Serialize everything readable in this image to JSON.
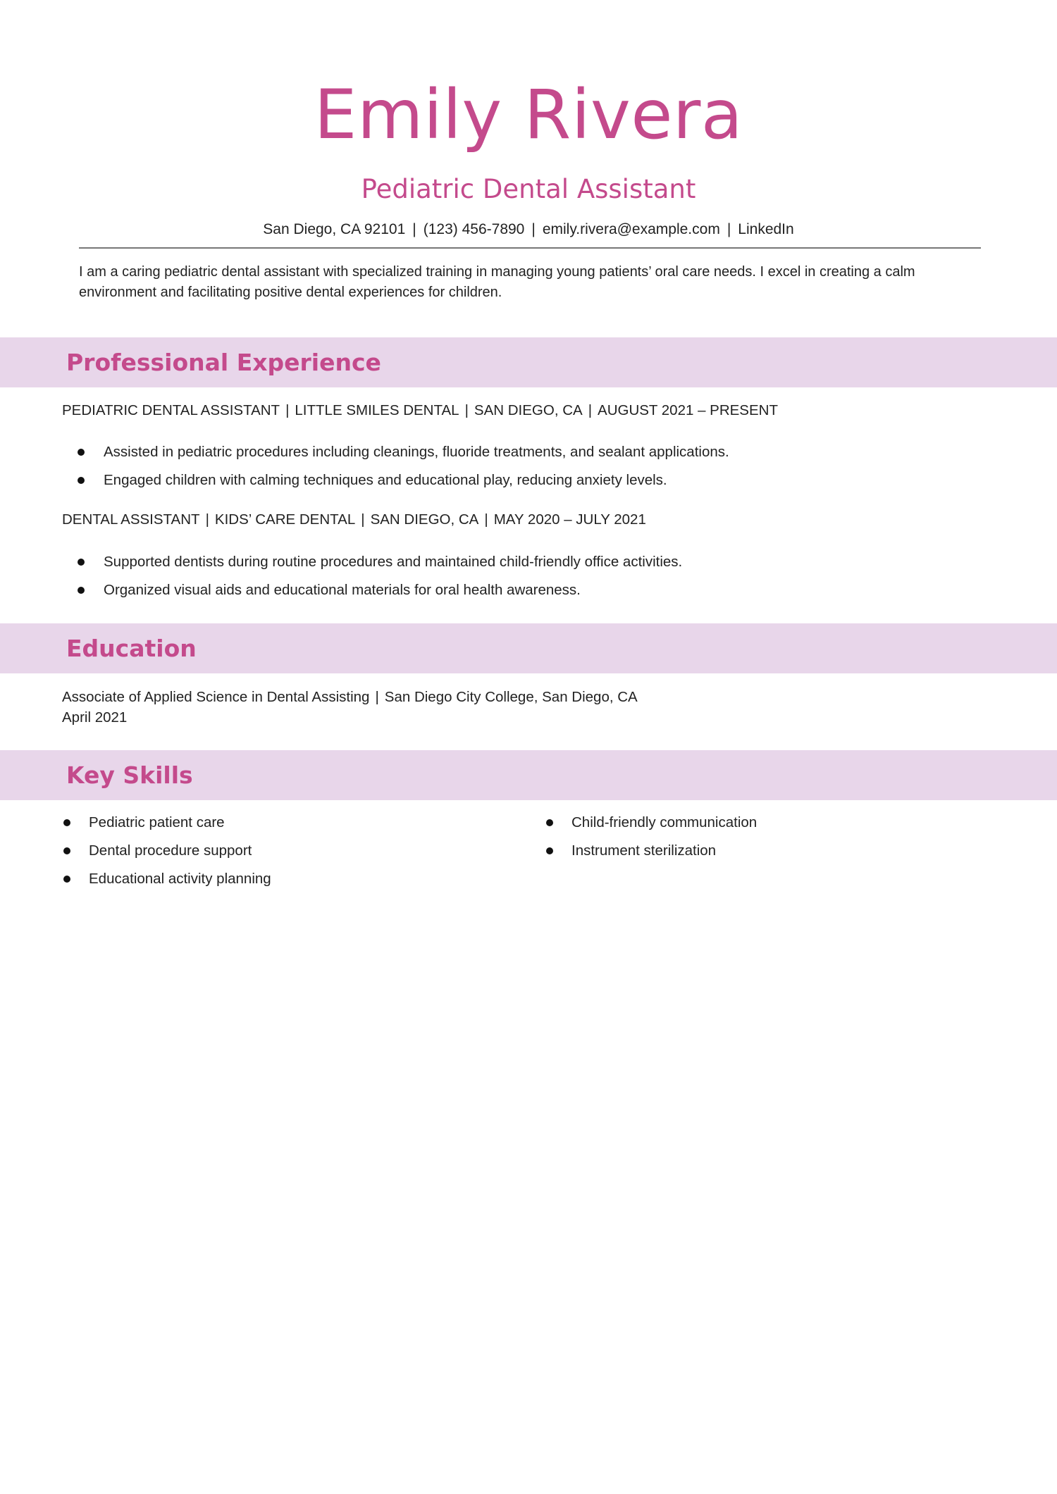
{
  "header": {
    "name": "Emily Rivera",
    "title": "Pediatric Dental Assistant",
    "contact": {
      "location": "San Diego, CA 92101",
      "phone": "(123) 456-7890",
      "email": "emily.rivera@example.com",
      "linkedin": "LinkedIn",
      "separator": "|"
    }
  },
  "summary": "I am a caring pediatric dental assistant with specialized training in managing young patients’ oral care needs. I excel in creating a calm environment and facilitating positive dental experiences for children.",
  "experience": {
    "heading": "Professional Experience",
    "jobs": [
      {
        "title": "PEDIATRIC DENTAL ASSISTANT",
        "company": "LITTLE SMILES DENTAL",
        "location": "SAN DIEGO, CA",
        "dates": "AUGUST 2021 – PRESENT",
        "bullets": [
          "Assisted in pediatric procedures including cleanings, fluoride treatments, and sealant applications.",
          "Engaged children with calming techniques and educational play, reducing anxiety levels."
        ]
      },
      {
        "title": "DENTAL ASSISTANT",
        "company": "KIDS’ CARE DENTAL",
        "location": "SAN DIEGO, CA",
        "dates": "MAY 2020 – JULY 2021",
        "bullets": [
          "Supported dentists during routine procedures and maintained child-friendly office activities.",
          "Organized visual aids and educational materials for oral health awareness."
        ]
      }
    ]
  },
  "education": {
    "heading": "Education",
    "degree": "Associate of Applied Science in Dental Assisting",
    "school": "San Diego City College, San Diego, CA",
    "date": "April 2021"
  },
  "skills": {
    "heading": "Key Skills",
    "left": [
      "Pediatric patient care",
      "Dental procedure support",
      "Educational activity planning"
    ],
    "right": [
      "Child-friendly communication",
      "Instrument sterilization"
    ]
  },
  "colors": {
    "accent": "#c44a8c",
    "section_band": "#e8d6ea",
    "rule": "#777777",
    "text": "#222222"
  }
}
